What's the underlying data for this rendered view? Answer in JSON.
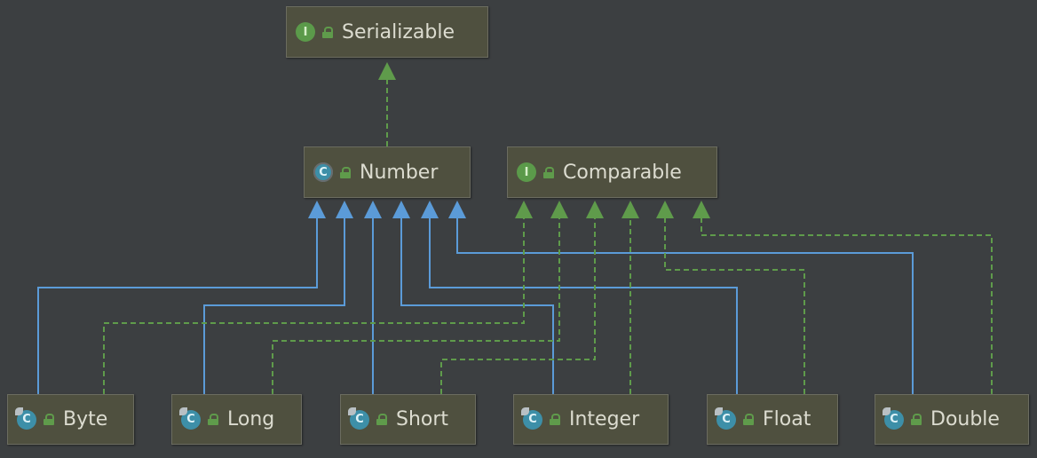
{
  "nodes": {
    "serializable": {
      "label": "Serializable",
      "kind": "interface",
      "badge": "I"
    },
    "number": {
      "label": "Number",
      "kind": "abstract-class",
      "badge": "C"
    },
    "comparable": {
      "label": "Comparable",
      "kind": "interface",
      "badge": "I"
    },
    "byte": {
      "label": "Byte",
      "kind": "class",
      "badge": "C"
    },
    "long": {
      "label": "Long",
      "kind": "class",
      "badge": "C"
    },
    "short": {
      "label": "Short",
      "kind": "class",
      "badge": "C"
    },
    "integer": {
      "label": "Integer",
      "kind": "class",
      "badge": "C"
    },
    "float": {
      "label": "Float",
      "kind": "class",
      "badge": "C"
    },
    "double": {
      "label": "Double",
      "kind": "class",
      "badge": "C"
    }
  },
  "edges": [
    {
      "from": "number",
      "to": "serializable",
      "relation": "implements"
    },
    {
      "from": "byte",
      "to": "number",
      "relation": "extends"
    },
    {
      "from": "long",
      "to": "number",
      "relation": "extends"
    },
    {
      "from": "short",
      "to": "number",
      "relation": "extends"
    },
    {
      "from": "integer",
      "to": "number",
      "relation": "extends"
    },
    {
      "from": "float",
      "to": "number",
      "relation": "extends"
    },
    {
      "from": "double",
      "to": "number",
      "relation": "extends"
    },
    {
      "from": "byte",
      "to": "comparable",
      "relation": "implements"
    },
    {
      "from": "long",
      "to": "comparable",
      "relation": "implements"
    },
    {
      "from": "short",
      "to": "comparable",
      "relation": "implements"
    },
    {
      "from": "integer",
      "to": "comparable",
      "relation": "implements"
    },
    {
      "from": "float",
      "to": "comparable",
      "relation": "implements"
    },
    {
      "from": "double",
      "to": "comparable",
      "relation": "implements"
    }
  ],
  "colors": {
    "background": "#3c3f41",
    "extends_line": "#5b9bd8",
    "implements_line": "#5f9b4b"
  }
}
